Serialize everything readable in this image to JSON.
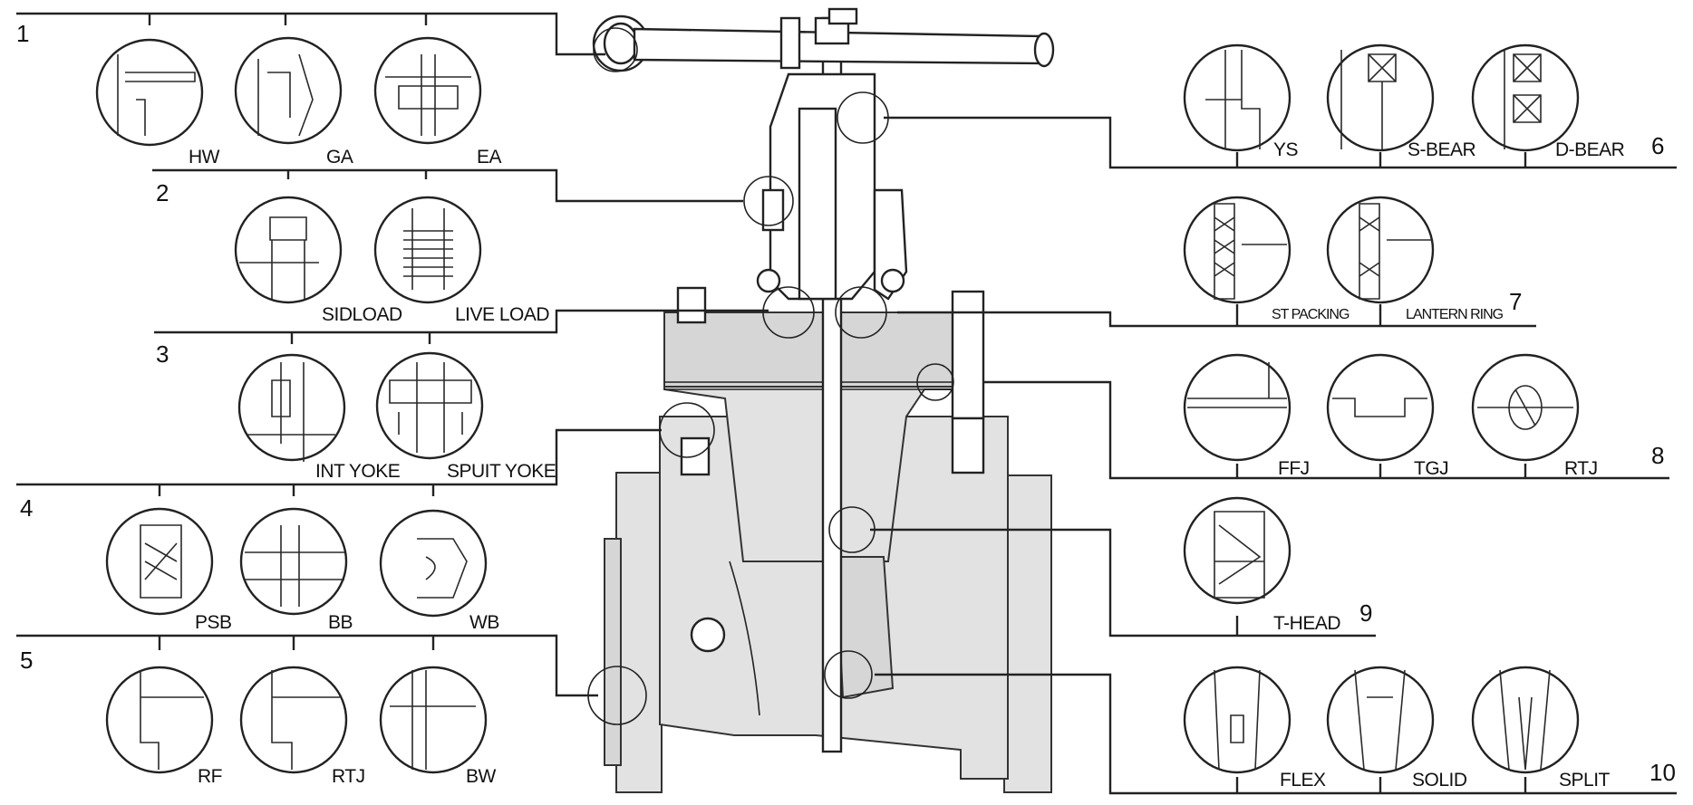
{
  "groups": [
    {
      "number": "1",
      "options": [
        "HW",
        "GA",
        "EA"
      ]
    },
    {
      "number": "2",
      "options": [
        "SIDLOAD",
        "LIVE LOAD"
      ]
    },
    {
      "number": "3",
      "options": [
        "INT YOKE",
        "SPUIT YOKE"
      ]
    },
    {
      "number": "4",
      "options": [
        "PSB",
        "BB",
        "WB"
      ]
    },
    {
      "number": "5",
      "options": [
        "RF",
        "RTJ",
        "BW"
      ]
    },
    {
      "number": "6",
      "options": [
        "YS",
        "S-BEAR",
        "D-BEAR"
      ]
    },
    {
      "number": "7",
      "options": [
        "ST PACKING",
        "LANTERN RING"
      ]
    },
    {
      "number": "8",
      "options": [
        "FFJ",
        "TGJ",
        "RTJ"
      ]
    },
    {
      "number": "9",
      "options": [
        "T-HEAD"
      ]
    },
    {
      "number": "10",
      "options": [
        "FLEX",
        "SOLID",
        "SPLIT"
      ]
    }
  ],
  "colors": {
    "line": "#222222",
    "valve_body": "#e2e2e2",
    "background": "#ffffff"
  }
}
